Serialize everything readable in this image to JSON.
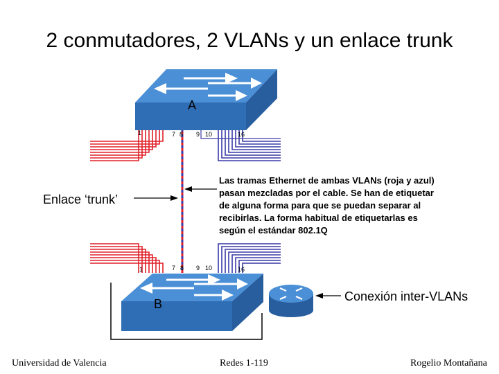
{
  "title": "2 conmutadores, 2 VLANs y un enlace trunk",
  "switch_a": {
    "label": "A",
    "ports": [
      "1",
      "7",
      "8",
      "9",
      "10",
      "16"
    ]
  },
  "switch_b": {
    "label": "B",
    "ports": [
      "1",
      "7",
      "8",
      "9",
      "10",
      "16"
    ]
  },
  "trunk_label": "Enlace ‘trunk’",
  "description": "Las tramas Ethernet de ambas VLANs (roja y azul) pasan mezcladas por el cable. Se han de etiquetar de alguna forma para que se puedan separar al recibirlas. La forma habitual de etiquetarlas es según el estándar 802.1Q",
  "router_label": "Conexión inter-VLANs",
  "footer": {
    "left": "Universidad de Valencia",
    "center": "Redes 1-119",
    "right": "Rogelio Montañana"
  },
  "colors": {
    "vlan_red": "#e0202a",
    "vlan_blue": "#3a3aa8",
    "switch_blue": "#3d7fc6"
  }
}
